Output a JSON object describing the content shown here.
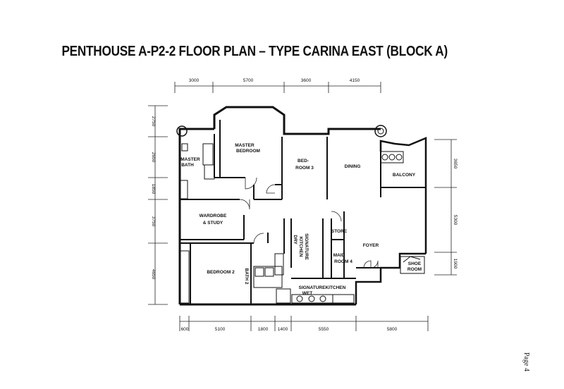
{
  "title": "PENTHOUSE A-P2-2 FLOOR PLAN – TYPE CARINA EAST (BLOCK A)",
  "page_label": "Page 4",
  "dimensions": {
    "top": [
      "3000",
      "5700",
      "3600",
      "4150"
    ],
    "bottom": [
      "600",
      "5100",
      "1800",
      "1400",
      "5550",
      "5800"
    ],
    "left": [
      "2750",
      "2650",
      "1850",
      "3750",
      "4650"
    ],
    "right": [
      "3650",
      "5300",
      "1900"
    ]
  },
  "rooms": {
    "master_bedroom": [
      "MASTER",
      "BEDROOM"
    ],
    "master_bath": [
      "MASTER",
      "BATH"
    ],
    "bedroom3": [
      "BED-",
      "ROOM 3"
    ],
    "dining": "DINING",
    "balcony": "BALCONY",
    "wardrobe": [
      "WARDROBE",
      "& STUDY"
    ],
    "kitchen_dry": [
      "SIGNATURE",
      "KITCHEN",
      "DRY"
    ],
    "store": "STORE",
    "foyer": "FOYER",
    "maid": [
      "MAID",
      "ROOM 4"
    ],
    "shoe": [
      "SHOE",
      "ROOM"
    ],
    "bedroom2": "BEDROOM 2",
    "bath2": "BATH 2",
    "kitchen_wet": [
      "SIGNATUREKITCHEN",
      "WET"
    ]
  }
}
